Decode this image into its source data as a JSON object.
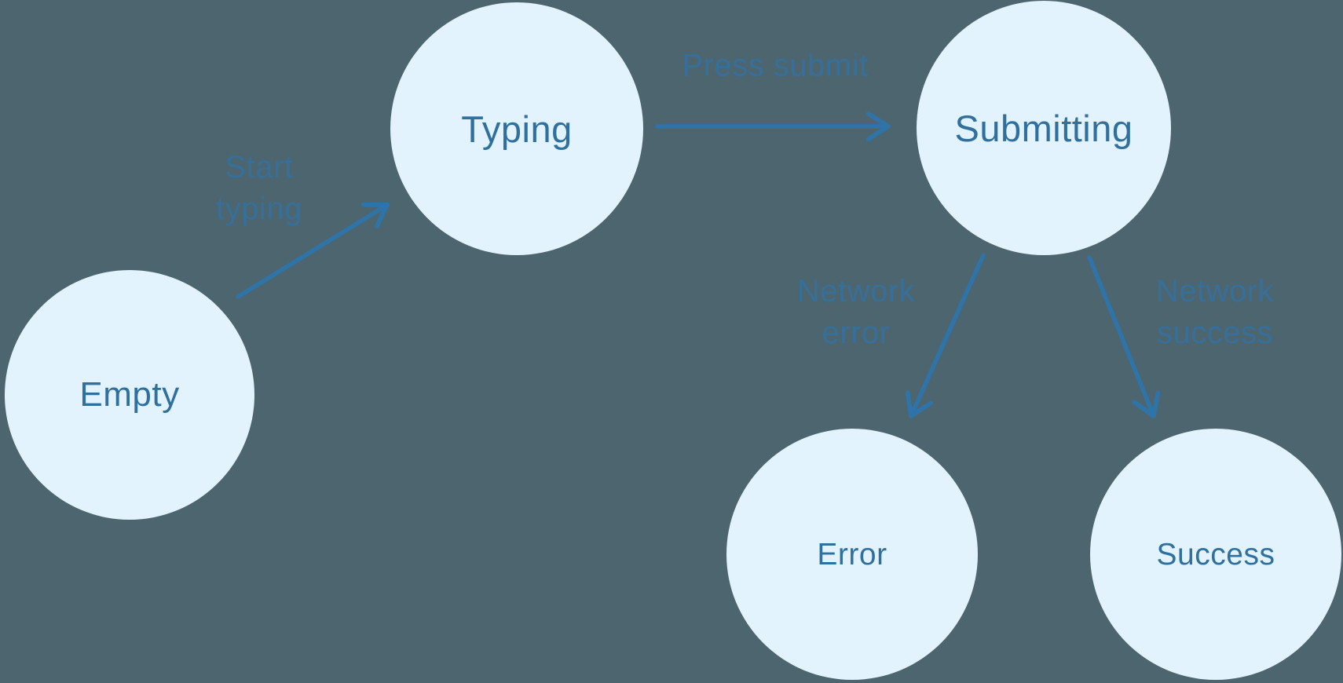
{
  "diagram": {
    "kind": "state-machine-diagram",
    "description": "Form submission state flow",
    "colors": {
      "background": "#4D656E",
      "node_fill": "#E3F3FE",
      "node_text": "#2F709F",
      "arrow": "#2E74A8",
      "edge_label_text": "#35719D"
    },
    "nodes": [
      {
        "id": "empty",
        "label": "Empty"
      },
      {
        "id": "typing",
        "label": "Typing"
      },
      {
        "id": "submitting",
        "label": "Submitting"
      },
      {
        "id": "error",
        "label": "Error"
      },
      {
        "id": "success",
        "label": "Success"
      }
    ],
    "edges": [
      {
        "from": "empty",
        "to": "typing",
        "label": "Start typing"
      },
      {
        "from": "typing",
        "to": "submitting",
        "label": "Press submit"
      },
      {
        "from": "submitting",
        "to": "error",
        "label": "Network error"
      },
      {
        "from": "submitting",
        "to": "success",
        "label": "Network success"
      }
    ]
  }
}
